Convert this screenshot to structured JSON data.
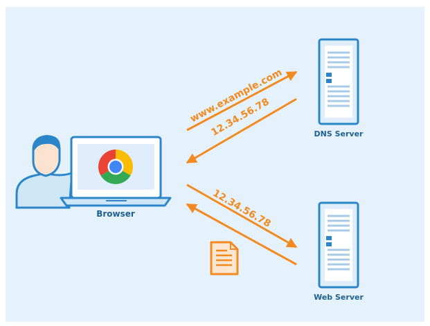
{
  "colors": {
    "background": "#e6f2fb",
    "accent": "#f28a21",
    "device_outline": "#2a86c9",
    "device_fill": "#cfe6f7",
    "label_text": "#1f5f8f"
  },
  "labels": {
    "browser": "Browser",
    "dns_server": "DNS Server",
    "web_server": "Web Server"
  },
  "arrows": {
    "dns_request": "www.example.com",
    "dns_response": "12.34.56.78",
    "web_request": "12.34.56.78"
  },
  "icons": {
    "user": "user-icon",
    "laptop": "laptop-icon",
    "browser_logo": "chrome-logo-icon",
    "dns_server": "server-icon",
    "web_server": "server-icon",
    "document": "document-icon"
  }
}
